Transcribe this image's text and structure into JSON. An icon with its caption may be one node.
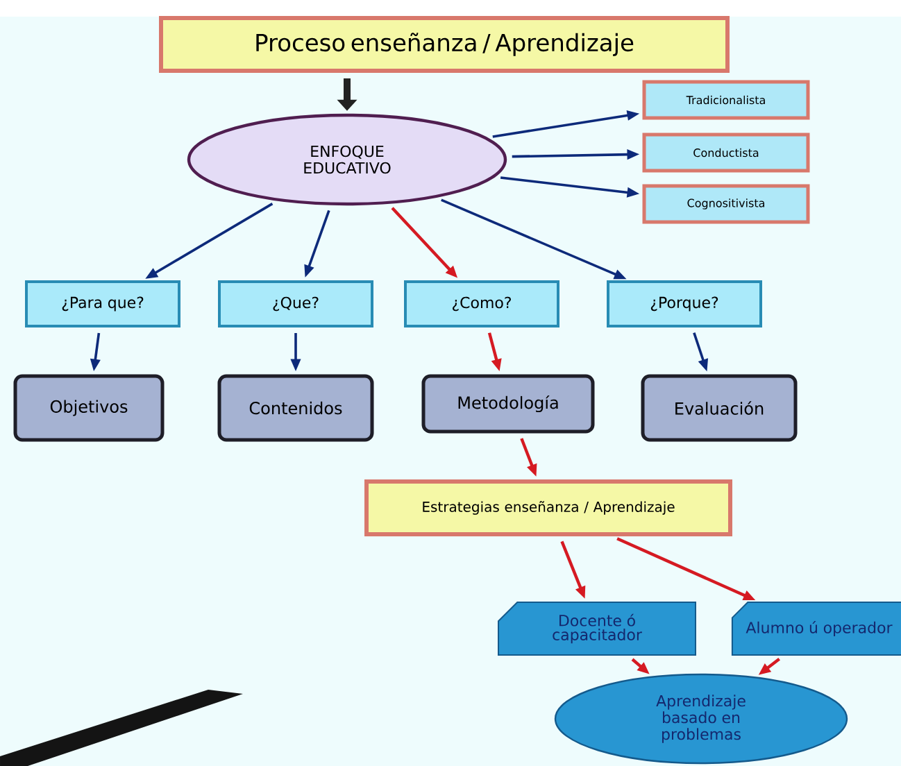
{
  "diagram": {
    "nodes": [
      {
        "text": [
          "Proceso enseñanza / Aprendizaje"
        ]
      },
      {
        "text": [
          "ENFOQUE EDUCATIVO"
        ]
      },
      {
        "text": [
          "Tradicionalista"
        ]
      },
      {
        "text": [
          "Conductista"
        ]
      },
      {
        "text": [
          "Cognositivista"
        ]
      },
      {
        "text": [
          "¿Para que?"
        ]
      },
      {
        "text": [
          "¿Que?"
        ]
      },
      {
        "text": [
          "¿Como?"
        ]
      },
      {
        "text": [
          "¿Porque?"
        ]
      },
      {
        "text": [
          "Objetivos"
        ]
      },
      {
        "text": [
          "Contenidos"
        ]
      },
      {
        "text": [
          "Metodología"
        ]
      },
      {
        "text": [
          "Evaluación"
        ]
      },
      {
        "text": [
          "Estrategias enseñanza / Aprendizaje"
        ]
      },
      {
        "text": [
          "Docente ó capacitador"
        ]
      },
      {
        "text": [
          "Alumno ú operador"
        ]
      },
      {
        "text": [
          "Aprendizaje basado en problemas"
        ]
      }
    ],
    "edges": [
      {
        "from": 0,
        "to": 1,
        "arrow": "to",
        "style": "thick",
        "color": "#222222"
      },
      {
        "from": 1,
        "to": 2,
        "arrow": "to"
      },
      {
        "from": 1,
        "to": 3,
        "arrow": "to"
      },
      {
        "from": 1,
        "to": 4,
        "arrow": "to"
      },
      {
        "from": 1,
        "to": 5,
        "arrow": "to"
      },
      {
        "from": 1,
        "to": 6,
        "arrow": "to"
      },
      {
        "from": 1,
        "to": 7,
        "arrow": "to",
        "color": "#d51a22"
      },
      {
        "from": 1,
        "to": 8,
        "arrow": "to"
      },
      {
        "from": 5,
        "to": 9,
        "arrow": "to"
      },
      {
        "from": 6,
        "to": 10,
        "arrow": "to"
      },
      {
        "from": 7,
        "to": 11,
        "arrow": "to",
        "color": "#d51a22"
      },
      {
        "from": 8,
        "to": 12,
        "arrow": "to"
      },
      {
        "from": 11,
        "to": 13,
        "arrow": "to",
        "color": "#d51a22"
      },
      {
        "from": 13,
        "to": 14,
        "arrow": "to",
        "color": "#d51a22"
      },
      {
        "from": 13,
        "to": 15,
        "arrow": "to",
        "color": "#d51a22"
      },
      {
        "from": 14,
        "to": 16,
        "arrow": "to",
        "color": "#d51a22"
      },
      {
        "from": 15,
        "to": 16,
        "arrow": "to",
        "color": "#d51a22"
      }
    ]
  }
}
